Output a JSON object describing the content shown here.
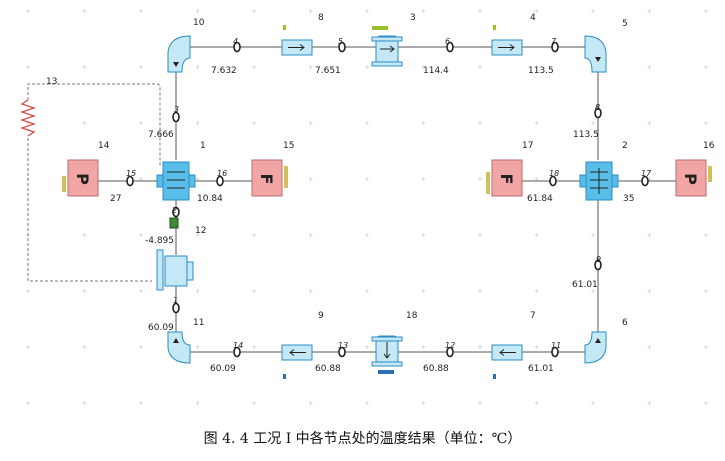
{
  "caption": "图 4. 4 工况 I 中各节点处的温度结果（单位：℃）",
  "colors": {
    "pipe": "#55575a",
    "comp_blue": "#c5e8f6",
    "comp_blue_border": "#2c8cc4",
    "exchanger": "#59bdea",
    "pump_fill": "#f2a5a5",
    "pump_border": "#c06a6a",
    "node": "#222222",
    "return_line": "#7a7a7a",
    "heater": "#d2504b",
    "green": "#3e8a34"
  },
  "components": [
    {
      "id": "10",
      "type": "bend-top-left"
    },
    {
      "id": "8",
      "type": "pipe-right"
    },
    {
      "id": "3",
      "type": "valve-horizontal"
    },
    {
      "id": "4",
      "type": "pipe-right"
    },
    {
      "id": "5",
      "type": "bend-top-right"
    },
    {
      "id": "2",
      "type": "exchanger"
    },
    {
      "id": "1",
      "type": "exchanger"
    },
    {
      "id": "14",
      "type": "pump",
      "letter": "P"
    },
    {
      "id": "15",
      "type": "fan",
      "letter": "F"
    },
    {
      "id": "17",
      "type": "fan",
      "letter": "F"
    },
    {
      "id": "16",
      "type": "pump",
      "letter": "P"
    },
    {
      "id": "12",
      "type": "tank"
    },
    {
      "id": "13",
      "type": "heater"
    },
    {
      "id": "11",
      "type": "bend-bottom-left"
    },
    {
      "id": "9",
      "type": "pipe-left"
    },
    {
      "id": "18",
      "type": "valve-vertical"
    },
    {
      "id": "7",
      "type": "pipe-left"
    },
    {
      "id": "6",
      "type": "bend-bottom-right"
    }
  ],
  "nodes": [
    {
      "id": "4",
      "value": "7.632"
    },
    {
      "id": "5",
      "value": "7.651"
    },
    {
      "id": "6",
      "value": "114.4"
    },
    {
      "id": "7",
      "value": "113.5"
    },
    {
      "id": "8",
      "value": "113.5"
    },
    {
      "id": "3",
      "value": "7.666"
    },
    {
      "id": "15",
      "value": "27"
    },
    {
      "id": "16",
      "value": "10.84"
    },
    {
      "id": "18",
      "value": "61.84"
    },
    {
      "id": "17",
      "value": "35"
    },
    {
      "id": "2",
      "value": "-4.895"
    },
    {
      "id": "9",
      "value": "61.01"
    },
    {
      "id": "1",
      "value": "60.09"
    },
    {
      "id": "14",
      "value": "60.09"
    },
    {
      "id": "13",
      "value": "60.88"
    },
    {
      "id": "12",
      "value": "60.88"
    },
    {
      "id": "11",
      "value": "61.01"
    }
  ]
}
